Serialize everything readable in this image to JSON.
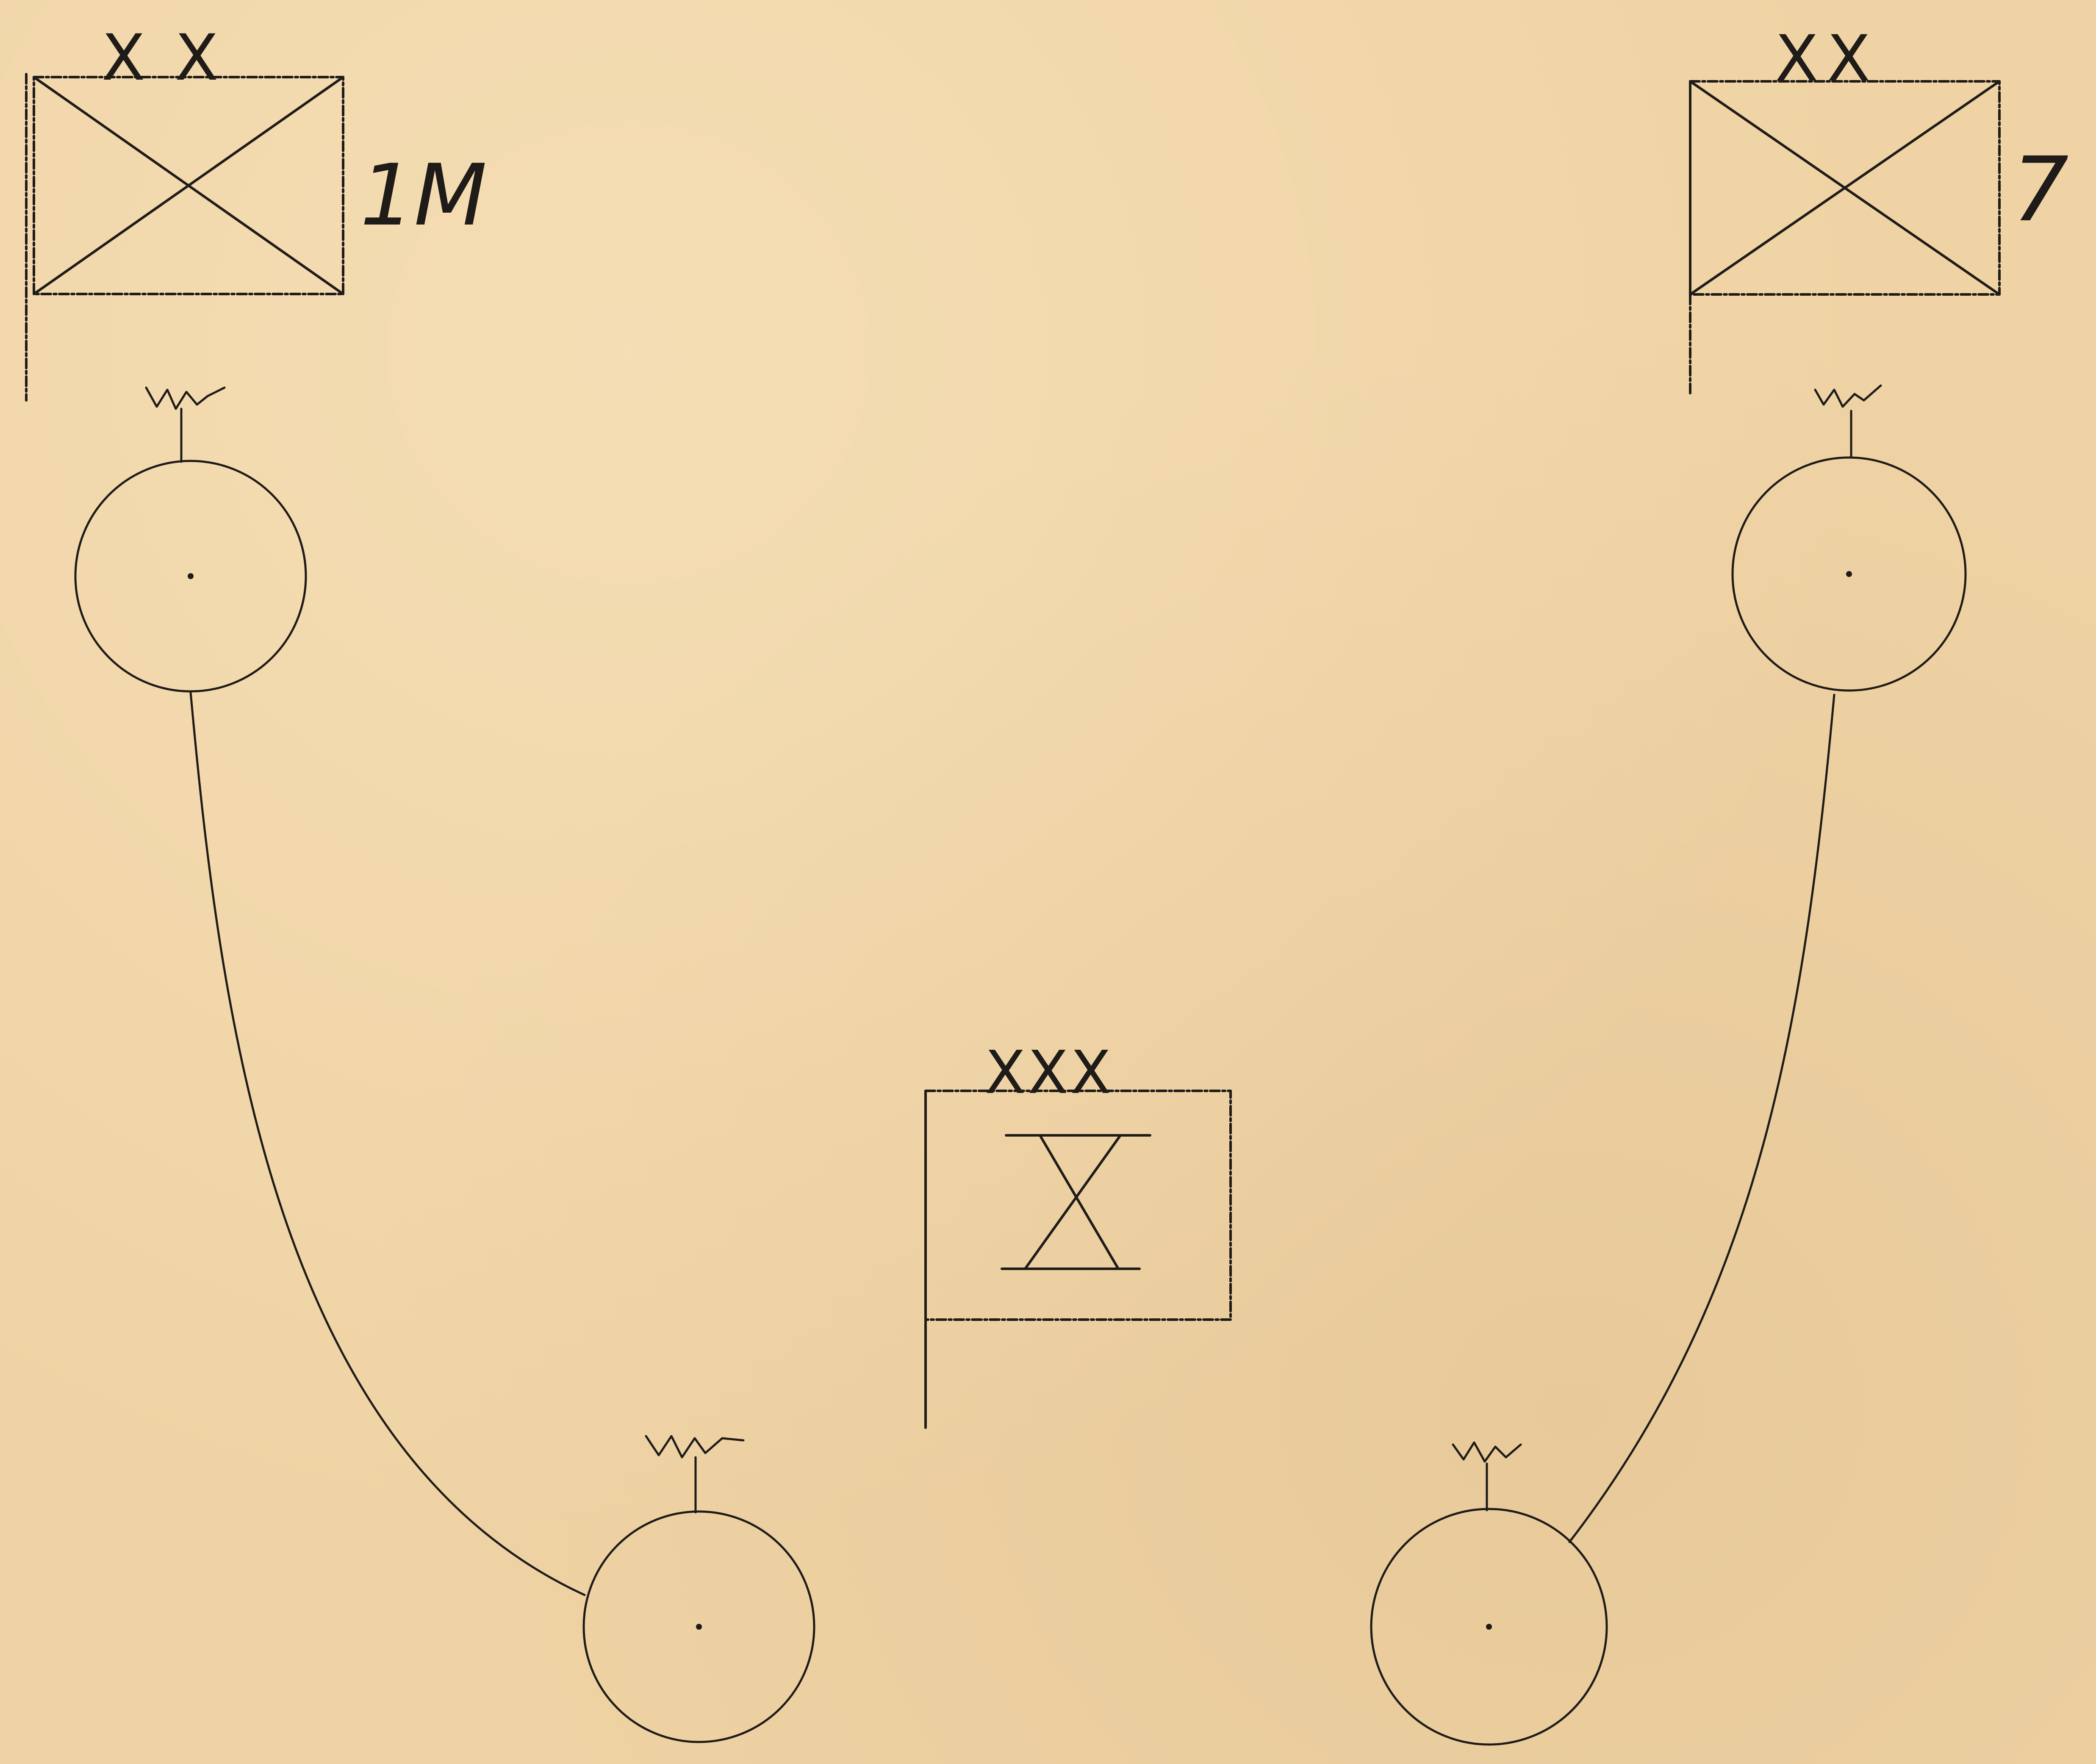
{
  "diagram": {
    "units": [
      {
        "id": "left",
        "echelon": "XX",
        "designation": "1M"
      },
      {
        "id": "right",
        "echelon": "XX",
        "designation": "7"
      },
      {
        "id": "center",
        "echelon": "XXX",
        "designation": ""
      }
    ],
    "ink_color": "#1e1b18",
    "paper_color": "#efd3a4"
  }
}
